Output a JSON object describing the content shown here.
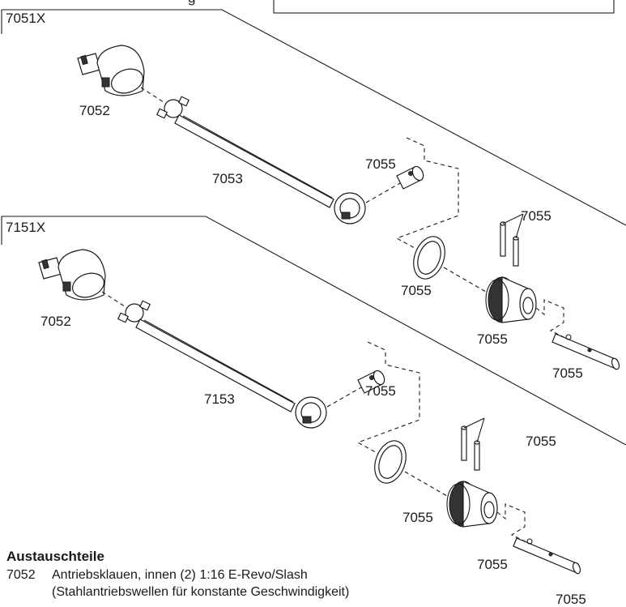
{
  "header": {
    "partial_text": "g"
  },
  "groups": [
    {
      "name": "7051X",
      "labels": [
        "7052",
        "7053",
        "7055",
        "7055",
        "7055",
        "7055",
        "7055"
      ]
    },
    {
      "name": "7151X",
      "labels": [
        "7052",
        "7153",
        "7055",
        "7055",
        "7055",
        "7055",
        "7055"
      ]
    }
  ],
  "legend": {
    "title": "Austauschteile",
    "items": [
      {
        "number": "7052",
        "lines": [
          "Antriebsklauen, innen (2) 1:16 E-Revo/Slash",
          "(Stahlantriebswellen für konstante Geschwindigkeit)"
        ]
      }
    ]
  }
}
